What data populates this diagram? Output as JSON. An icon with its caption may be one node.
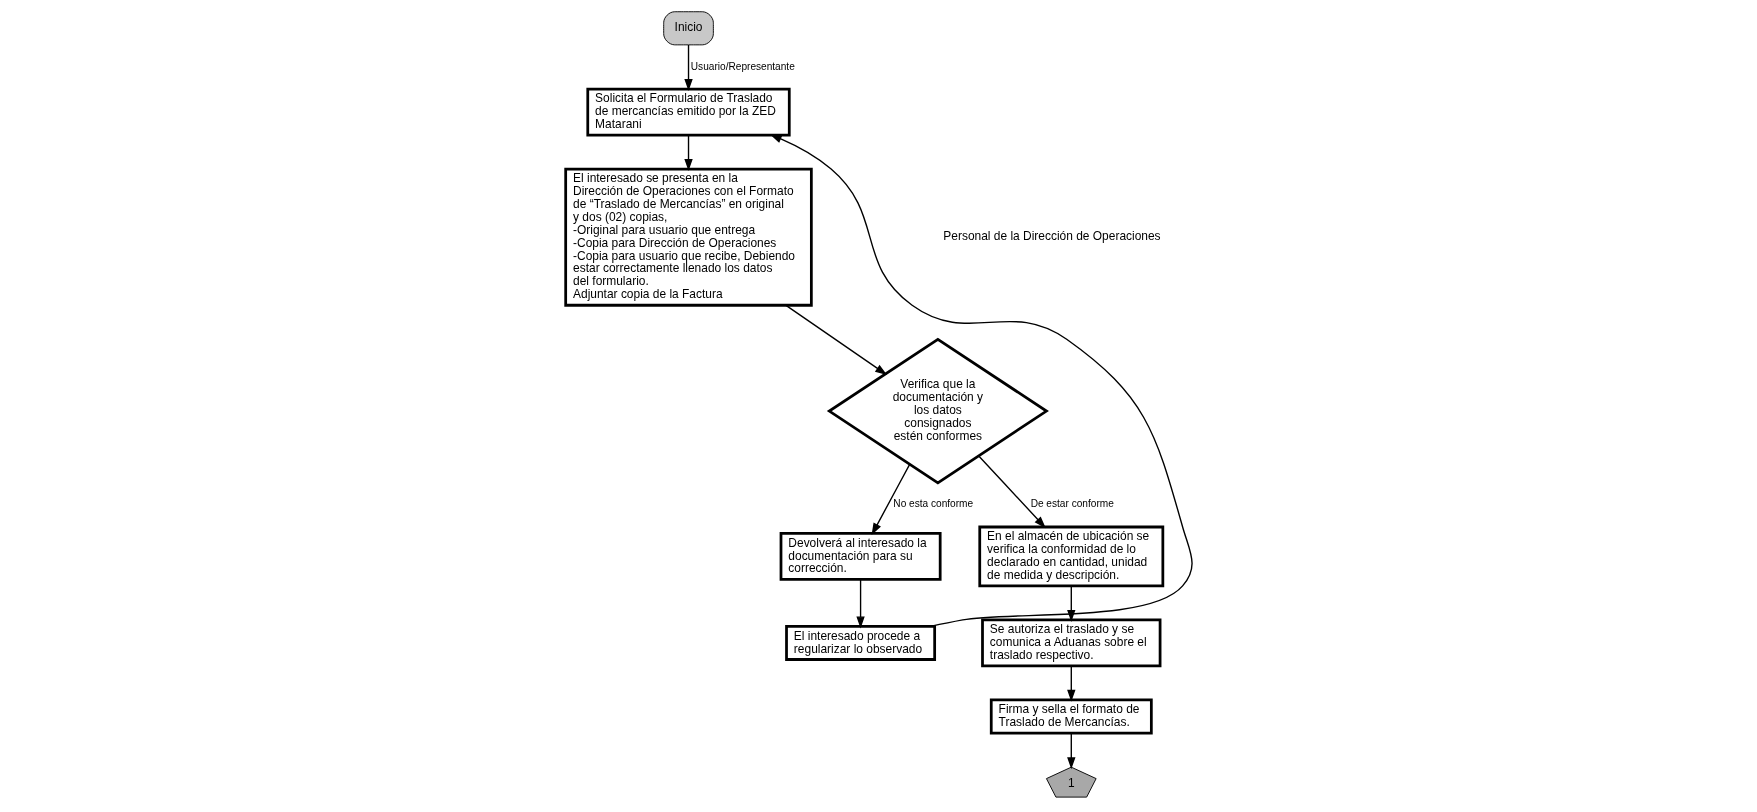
{
  "diagram": {
    "nodes": [
      {
        "text": [
          "Inicio"
        ]
      },
      {
        "text": [
          "Solicita el Formulario de Traslado de mercancías emitido por la ZED Matarani"
        ]
      },
      {
        "text": [
          "El interesado se presenta en la Dirección de Operaciones con el Formato de “Traslado de Mercancías” en original y dos (02) copias,",
          "-Original para usuario que entrega",
          "-Copia para Dirección de Operaciones",
          "-Copia para usuario que recibe, Debiendo estar correctamente llenado los datos del formulario.",
          "Adjuntar copia de la Factura"
        ]
      },
      {
        "text": [
          "Verifica que la documentación y los datos consignados estén conformes"
        ]
      },
      {
        "text": [
          "Devolverá al interesado la documentación para su corrección."
        ]
      },
      {
        "text": [
          "En el almacén de ubicación se verifica la conformidad de lo declarado en cantidad, unidad de medida y descripción."
        ]
      },
      {
        "text": [
          "Se autoriza el traslado y se comunica a Aduanas sobre el traslado respectivo."
        ]
      },
      {
        "text": [
          "Firma y sella el formato de Traslado de Mercancías."
        ]
      },
      {
        "text": [
          "1"
        ]
      },
      {
        "text": [
          "El interesado procede a regularizar lo observado"
        ]
      }
    ],
    "edges": [
      {
        "from": 0,
        "to": 1,
        "arrow": "to",
        "label": "Usuario/Representante"
      },
      {
        "from": 1,
        "to": 2,
        "arrow": "to"
      },
      {
        "from": 2,
        "to": 3,
        "arrow": "to"
      },
      {
        "from": 3,
        "to": 4,
        "arrow": "to",
        "label": "No esta conforme"
      },
      {
        "from": 3,
        "to": 5,
        "arrow": "to",
        "label": "De estar conforme"
      },
      {
        "from": 5,
        "to": 6,
        "arrow": "to"
      },
      {
        "from": 6,
        "to": 7,
        "arrow": "to"
      },
      {
        "from": 7,
        "to": 8,
        "arrow": "to"
      },
      {
        "from": 4,
        "to": 9,
        "arrow": "to"
      },
      {
        "from": 9,
        "to": 1,
        "arrow": "to"
      }
    ],
    "labels": [
      "Personal de la Dirección de Operaciones"
    ]
  }
}
